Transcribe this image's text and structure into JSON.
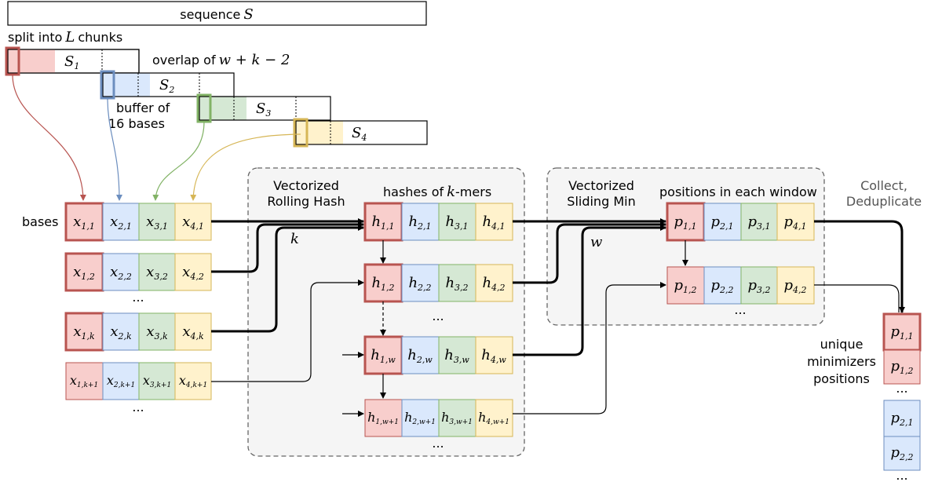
{
  "colors": {
    "red": "#f8cecc",
    "red_stroke": "#b85450",
    "blue": "#dae8fc",
    "blue_stroke": "#6c8ebf",
    "green": "#d5e8d4",
    "green_stroke": "#82b366",
    "yellow": "#fff2cc",
    "yellow_stroke": "#d6b656",
    "panel": "#f5f5f5",
    "panel_stroke": "#666666"
  },
  "top": {
    "sequence": "sequence",
    "sequence_sym": "S",
    "split_into": "split into",
    "split_sym": "L",
    "split_tail": "chunks",
    "chunk_sym": "S",
    "chunk_subs": [
      "1",
      "2",
      "3",
      "4"
    ],
    "overlap_text": "overlap of",
    "overlap_expr": "w + k − 2",
    "buffer_line1": "buffer of",
    "buffer_line2": "16 bases"
  },
  "left": {
    "bases_label": "bases",
    "x_sym": "x",
    "rows": [
      [
        "1,1",
        "2,1",
        "3,1",
        "4,1"
      ],
      [
        "1,2",
        "2,2",
        "3,2",
        "4,2"
      ],
      [
        "1,k",
        "2,k",
        "3,k",
        "4,k"
      ],
      [
        "1,k+1",
        "2,k+1",
        "3,k+1",
        "4,k+1"
      ]
    ],
    "dots1": "...",
    "dots2": "..."
  },
  "hash_panel": {
    "title_line1": "Vectorized",
    "title_line2": "Rolling Hash",
    "k_label": "k",
    "hashes_prefix": "hashes of",
    "hashes_sym": "k",
    "hashes_suffix": "-mers",
    "h_sym": "h",
    "rows": [
      [
        "1,1",
        "2,1",
        "3,1",
        "4,1"
      ],
      [
        "1,2",
        "2,2",
        "3,2",
        "4,2"
      ],
      [
        "1,w",
        "2,w",
        "3,w",
        "4,w"
      ],
      [
        "1,w+1",
        "2,w+1",
        "3,w+1",
        "4,w+1"
      ]
    ],
    "dots1": "...",
    "dots2": "..."
  },
  "min_panel": {
    "title_line1": "Vectorized",
    "title_line2": "Sliding Min",
    "w_label": "w",
    "positions_label": "positions in each window",
    "p_sym": "p",
    "rows": [
      [
        "1,1",
        "2,1",
        "3,1",
        "4,1"
      ],
      [
        "1,2",
        "2,2",
        "3,2",
        "4,2"
      ]
    ],
    "dots": "..."
  },
  "right": {
    "collect_line1": "Collect,",
    "collect_line2": "Deduplicate",
    "unique_line1": "unique",
    "unique_line2": "minimizers",
    "unique_line3": "positions",
    "p_sym": "p",
    "cells": [
      "1,1",
      "1,2",
      "2,1",
      "2,2"
    ],
    "dots1": "...",
    "dots2": "...",
    "dots3": "..."
  }
}
